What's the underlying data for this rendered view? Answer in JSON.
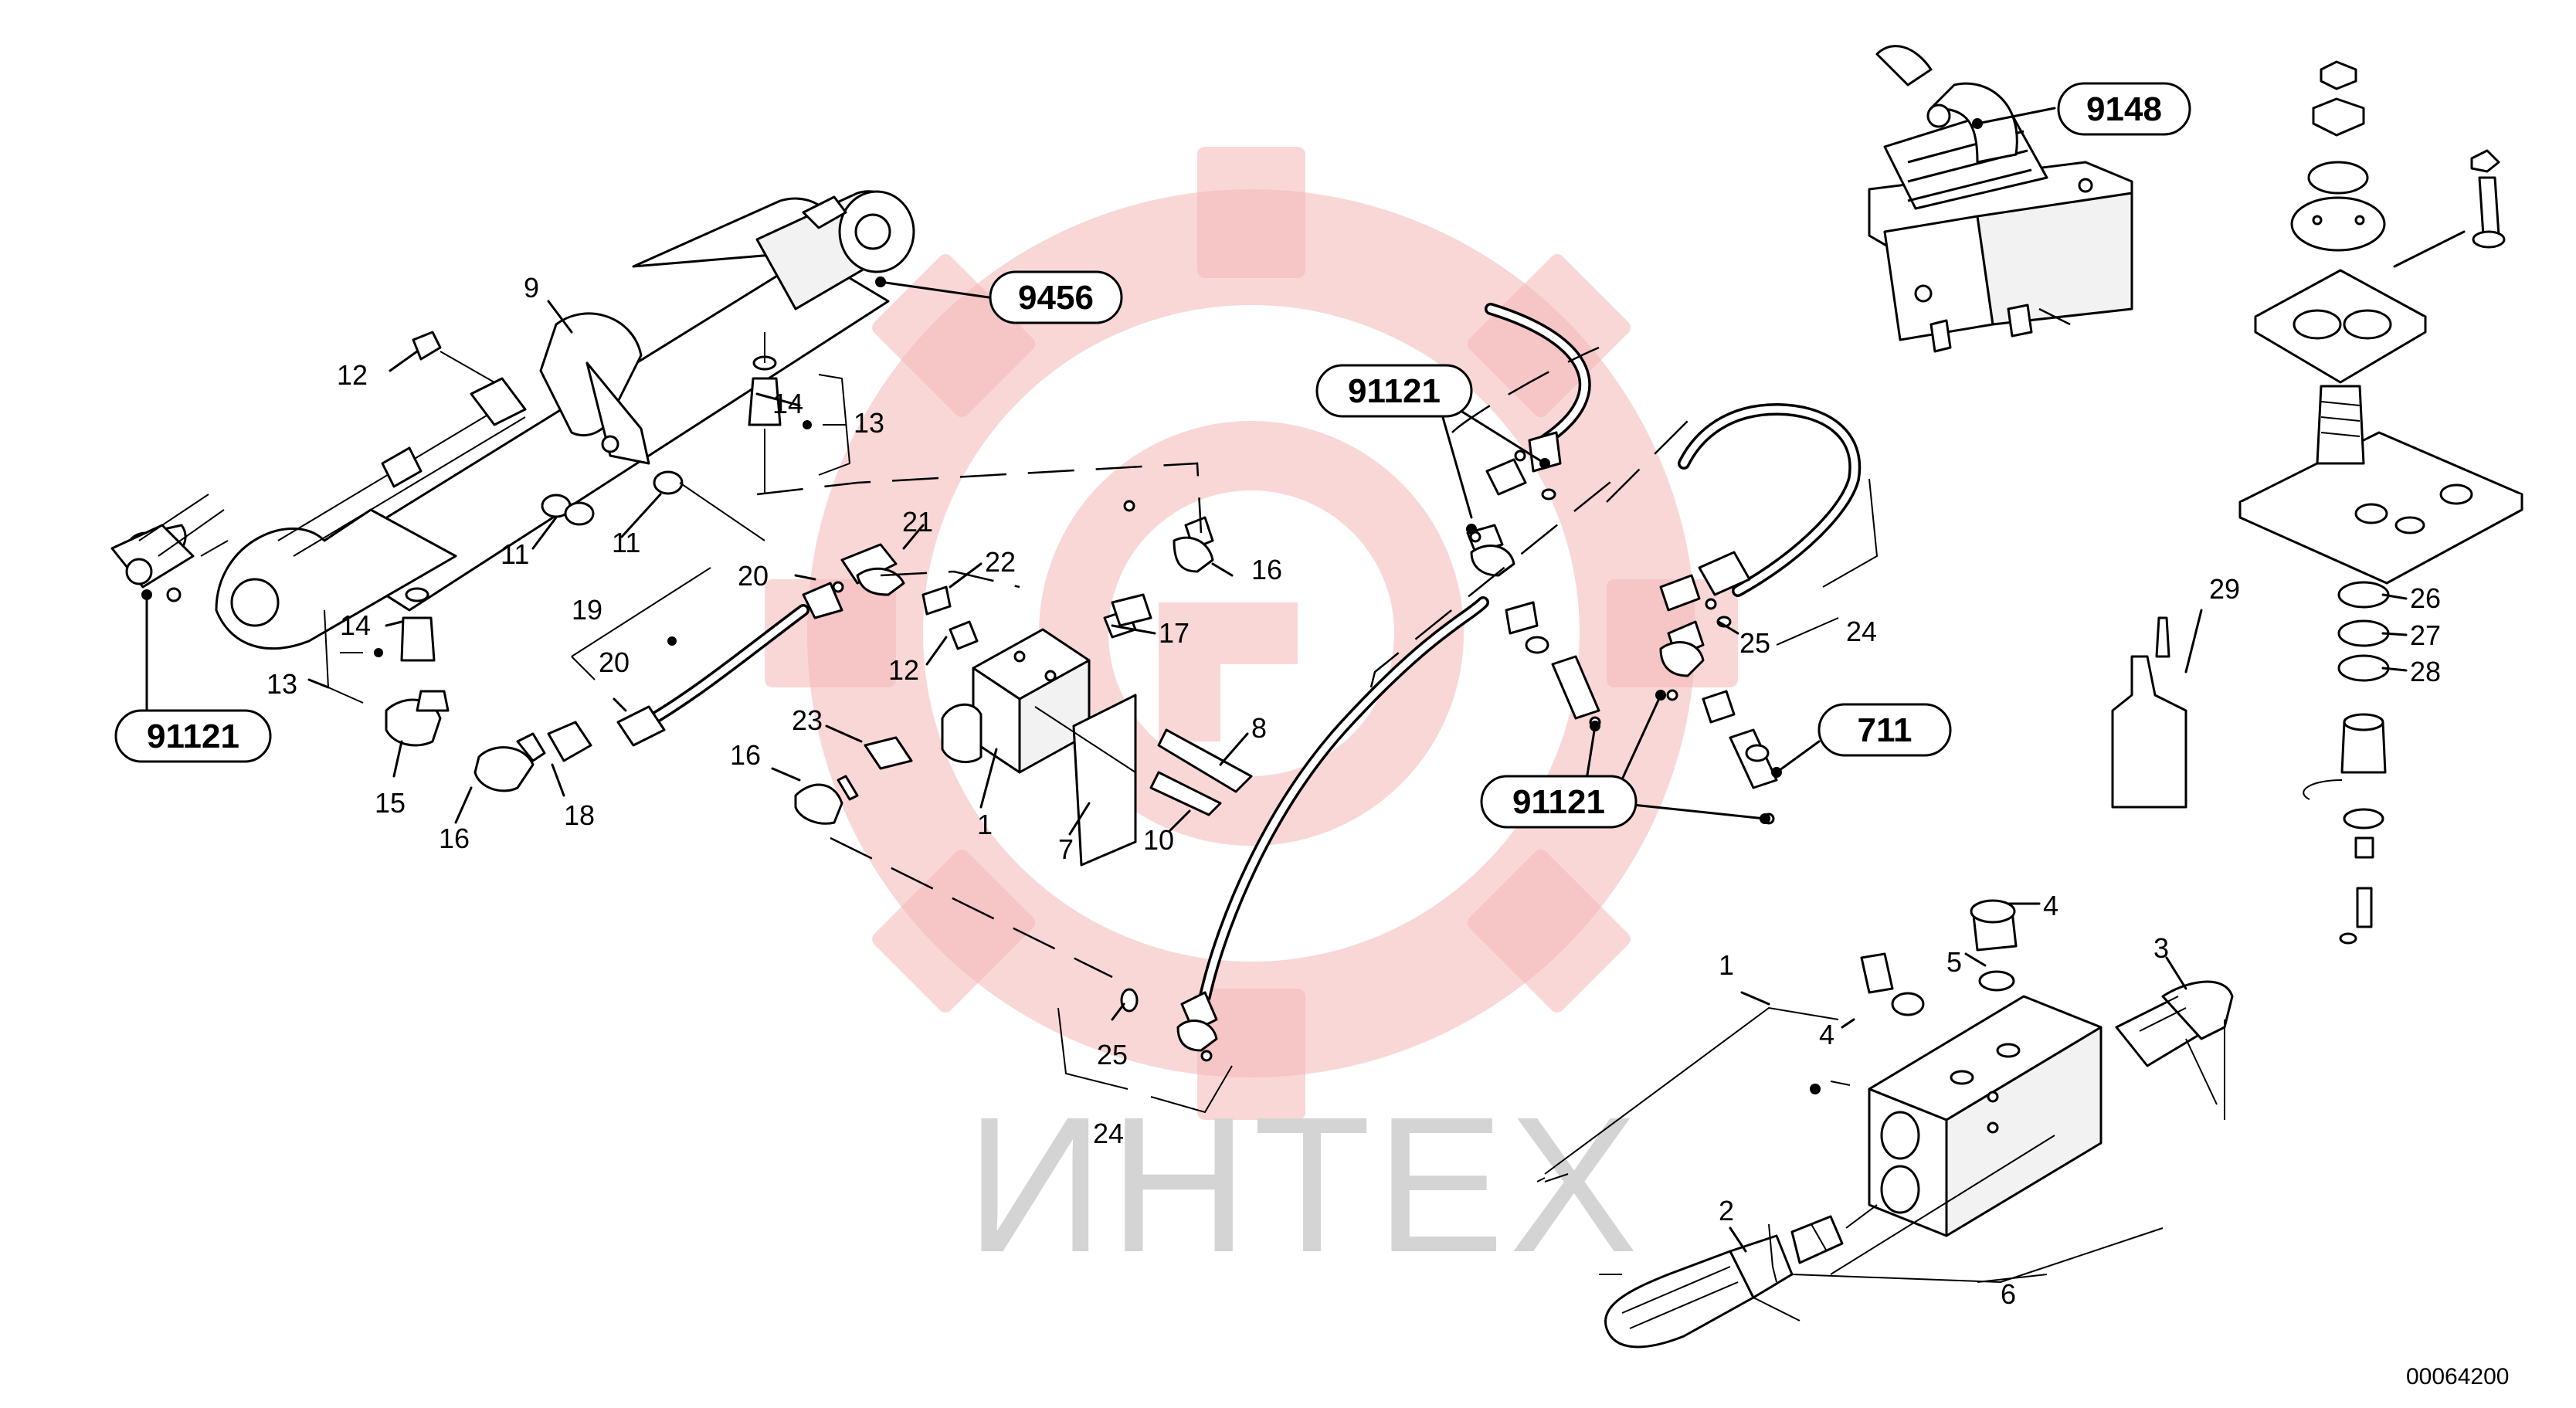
{
  "watermark": {
    "text": "ИНТЕХ",
    "color": "#f4b6b6"
  },
  "drawing_number": "00064200",
  "labels": {
    "l1a": "1",
    "l1b": "1",
    "l2": "2",
    "l3": "3",
    "l4a": "4",
    "l4b": "4",
    "l5": "5",
    "l6": "6",
    "l7": "7",
    "l8": "8",
    "l9": "9",
    "l10": "10",
    "l11a": "11",
    "l11b": "11",
    "l12a": "12",
    "l12b": "12",
    "l13a": "13",
    "l13b": "13",
    "l14a": "14",
    "l14b": "14",
    "l15": "15",
    "l16a": "16",
    "l16b": "16",
    "l16c": "16",
    "l17": "17",
    "l18": "18",
    "l19": "19",
    "l20a": "20",
    "l20b": "20",
    "l21": "21",
    "l22": "22",
    "l23": "23",
    "l24a": "24",
    "l24b": "24",
    "l25a": "25",
    "l25b": "25",
    "l26": "26",
    "l27": "27",
    "l28": "28",
    "l29": "29"
  },
  "callouts": {
    "c9148": "9148",
    "c9456": "9456",
    "c91121a": "91121",
    "c91121b": "91121",
    "c91121c": "91121",
    "c711": "711"
  }
}
